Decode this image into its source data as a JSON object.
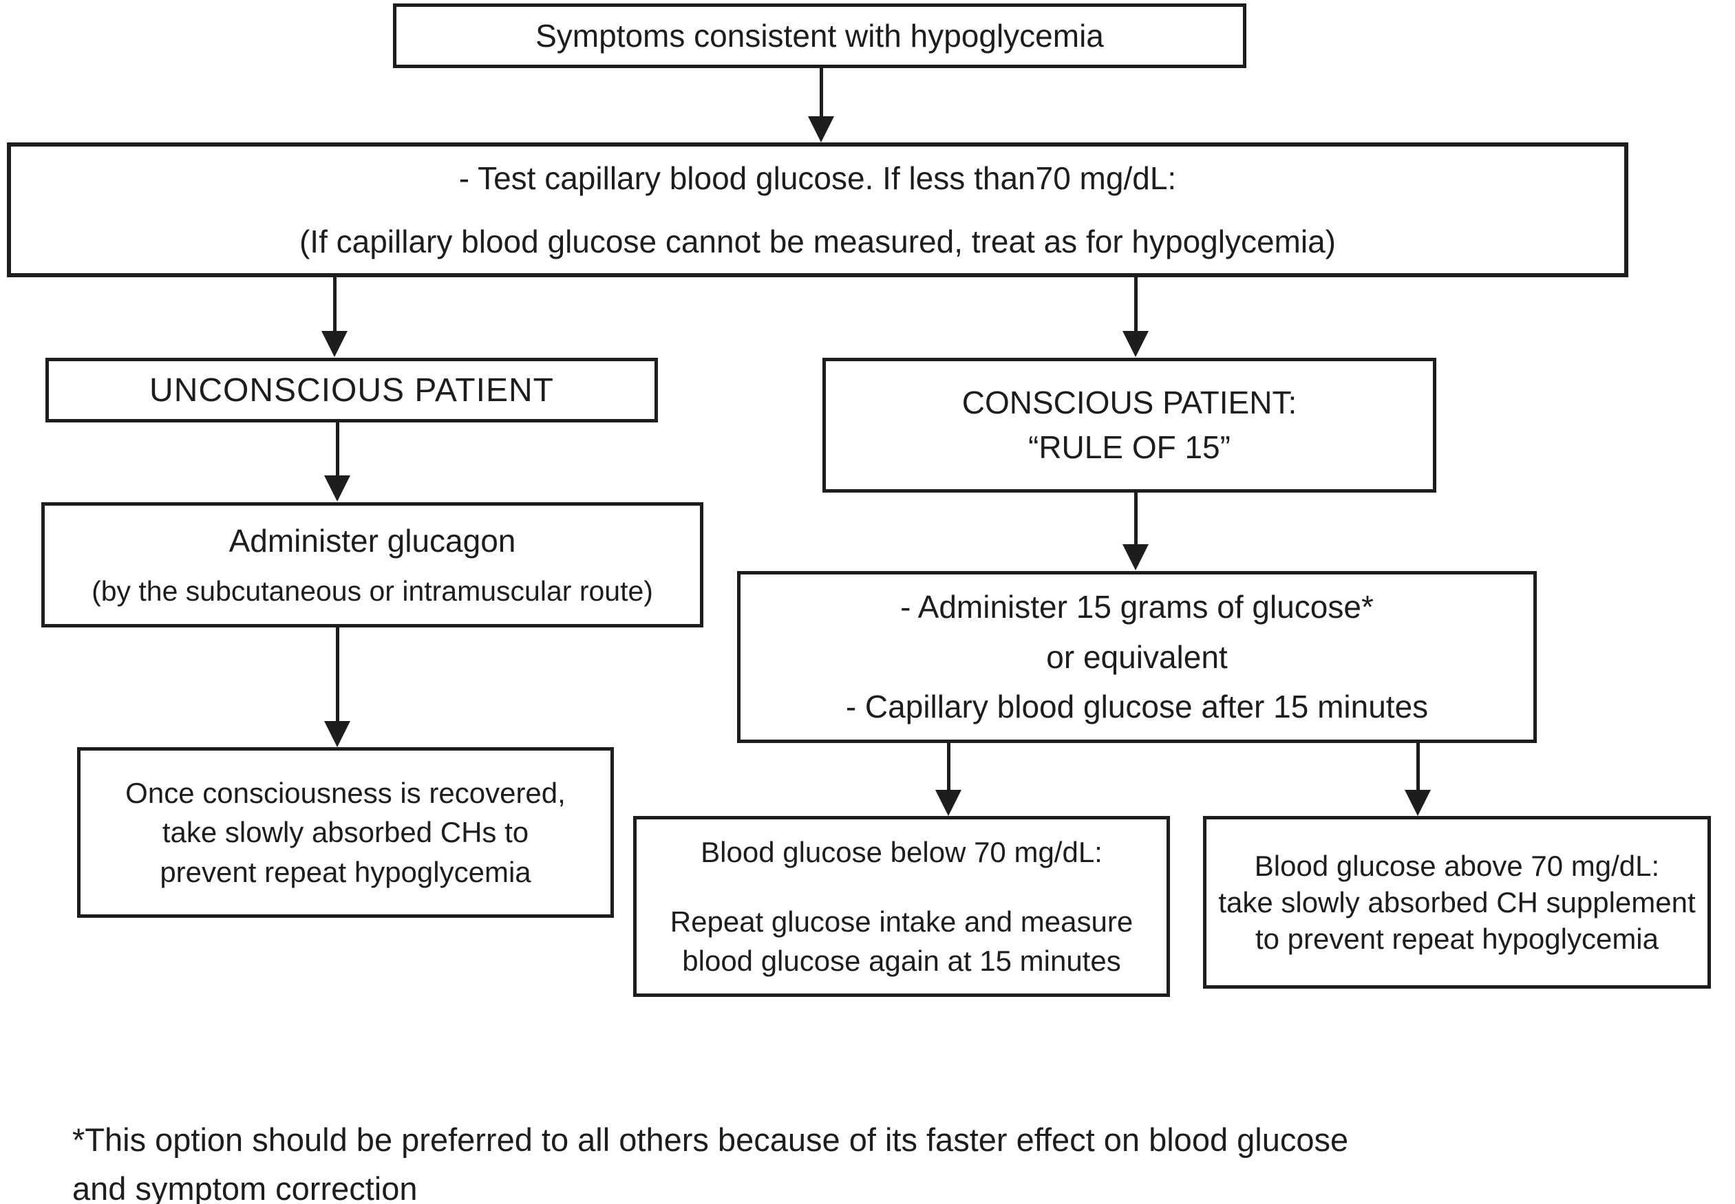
{
  "diagram_title": "Hypoglycemia treatment flowchart",
  "nodes": {
    "symptoms": {
      "lines": [
        "Symptoms consistent with hypoglycemia"
      ]
    },
    "test_glucose": {
      "lines": [
        "- Test capillary blood glucose. If less than70 mg/dL:",
        "(If capillary blood glucose cannot be measured, treat as for hypoglycemia)"
      ]
    },
    "unconscious": {
      "lines": [
        "UNCONSCIOUS PATIENT"
      ]
    },
    "conscious": {
      "lines": [
        "CONSCIOUS PATIENT:",
        "“RULE OF 15”"
      ]
    },
    "glucagon": {
      "lines": [
        "Administer glucagon",
        "(by the subcutaneous or intramuscular route)"
      ]
    },
    "rule_of_15_steps": {
      "lines": [
        "- Administer 15 grams of glucose*",
        "or equivalent",
        "- Capillary blood glucose after 15 minutes"
      ]
    },
    "recovered": {
      "lines": [
        "Once consciousness is recovered,",
        "take slowly absorbed CHs to",
        "prevent repeat hypoglycemia"
      ]
    },
    "below_70": {
      "lines": [
        "Blood glucose below 70 mg/dL:",
        "Repeat glucose intake and measure",
        "blood glucose again at 15 minutes"
      ]
    },
    "above_70": {
      "lines": [
        "Blood glucose above 70 mg/dL:",
        "take slowly absorbed CH supplement",
        "to prevent repeat hypoglycemia"
      ]
    },
    "footnote": {
      "lines": [
        "*This option should be preferred to all others because of its faster effect on blood glucose",
        "and symptom correction"
      ]
    }
  },
  "colors": {
    "ink": "#1d1d1b",
    "background": "#ffffff"
  }
}
